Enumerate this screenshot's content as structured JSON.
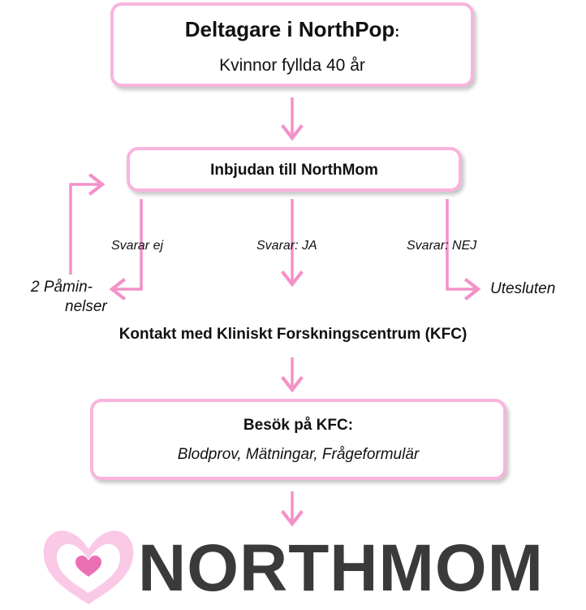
{
  "colors": {
    "accent": "#f491c8",
    "box_border": "#f9b4dc",
    "logo_text": "#3a3a3a",
    "heart": "#f9c9e6"
  },
  "participants": {
    "title": "Deltagare i NorthPop",
    "title_suffix": ":",
    "subtitle": "Kvinnor fyllda 40 år"
  },
  "invitation": {
    "label": "Inbjudan till NorthMom"
  },
  "branches": {
    "no_answer": "Svarar ej",
    "yes": "Svarar: JA",
    "no": "Svarar: NEJ",
    "reminders_line1": "2 Påmin-",
    "reminders_line2": "nelser",
    "excluded": "Utesluten"
  },
  "contact": {
    "label": "Kontakt med Kliniskt Forskningscentrum (KFC)"
  },
  "visit": {
    "title": "Besök på KFC:",
    "details": "Blodprov, Mätningar, Frågeformulär"
  },
  "logo": {
    "text": "NORTHMOM",
    "icon": "heart-hands-icon"
  }
}
